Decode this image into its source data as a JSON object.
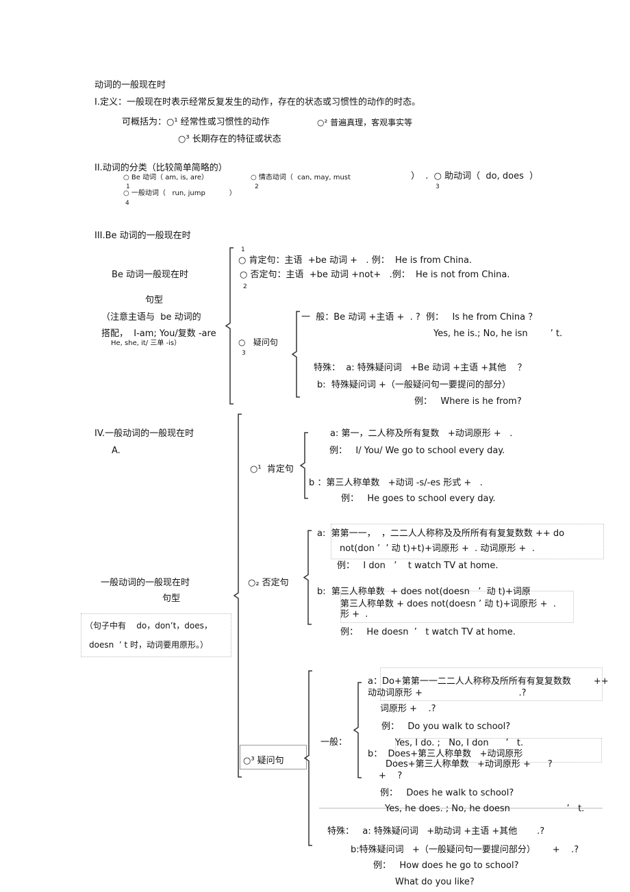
{
  "lines": [
    "动词的一般现在时",
    "I.定义：一般现在时表示经常反复发生的动作，存在的状态或习惯性的动作的时态。",
    "可概括为：○¹ 经常性或习惯性的动作",
    "○² 普遍真理，客观事实等",
    "○³ 长期存在的特征或状态",
    "II.动词的分类（比较简单简略的）",
    "○ Be 动词（ am, is, are）",
    "1",
    "○ 情态动词（  can, may, must",
    "2",
    "）  .  ○ 助动词（  do, does  ）",
    "3",
    "○ 一般动词（   run, jump           ）",
    "4",
    "III.Be 动词的一般现在时",
    "1",
    "○ 肯定句：主语  +be 动词 +   . 例：  He is from China.",
    "○ 否定句：主语  +be 动词 +not+   .例：  He is not from China.",
    "2",
    "Be 动词一般现在时",
    "句型",
    "（注意主语与  be 动词的",
    "搭配，  I-am; You/复数 -are",
    "He, she, it/ 三单 -is）",
    "○   疑问句",
    "3",
    "一  般：Be 动词 +主语 +  . ?  例：   Is he from China ？",
    "Yes, he is.; No, he isn        ’ t.",
    "特殊：  a: 特殊疑问词   +Be 动词 +主语 +其他    ？",
    "b:  特殊疑问词 +（一般疑问句一要提问的部分）",
    "例：   Where is he from?",
    "IV.一般动词的一般现在时",
    "A.",
    "a: 第一，二人称及所有复数   +动词原形 +   .",
    "例：   I/ You/ We go to school every day.",
    "○¹  肯定句",
    "b ：第三人称单数   +动词 -s/-es 形式 +   .",
    "例：   He goes to school every day.",
    "a:  第第一一，  ，二二人人称称及及所所有有复复数数 ++ do",
    "not(don ’  ’ 动 t)+t)+词原形 +  . 动词原形 +  .",
    "例：   I don   ’    t watch TV at home.",
    "一般动词的一般现在时",
    "○₂ 否定句",
    "句型",
    "b:  第三人称单数  + does not(doesn   ’  动 t)+词原",
    "第三人称单数 + does not(doesn ’ 动 t)+词原形 +  .",
    "形 +  .",
    "（句子中有    do，don’t，does，",
    "doesn  ’ t 时，动词要用原形。）",
    "例：   He doesn  ’   t watch TV at home.",
    "a：Do+第第一一二二人人称称及所所有有复复数数        ++",
    "动动词原形 +                                  .?",
    "词原形 +    .?",
    "例：   Do you walk to school?",
    "一般：",
    "Yes, I do. ;   No, I don      ’   t.",
    "b：  Does+第三人称单数   +动词原形",
    "Does+第三人称单数   +动词原形 +      ?",
    "+    ?",
    "○³ 疑问句",
    "例：   Does he walk to school?",
    "Yes, he does. ; No, he doesn                    ’   t.",
    "特殊：   a: 特殊疑问词   +助动词 +主语 +其他       .?",
    "b:特殊疑问词   +（一般疑问句一要提问部分）      +    .?",
    "例：   How does he go to school?",
    "What do you like?"
  ]
}
